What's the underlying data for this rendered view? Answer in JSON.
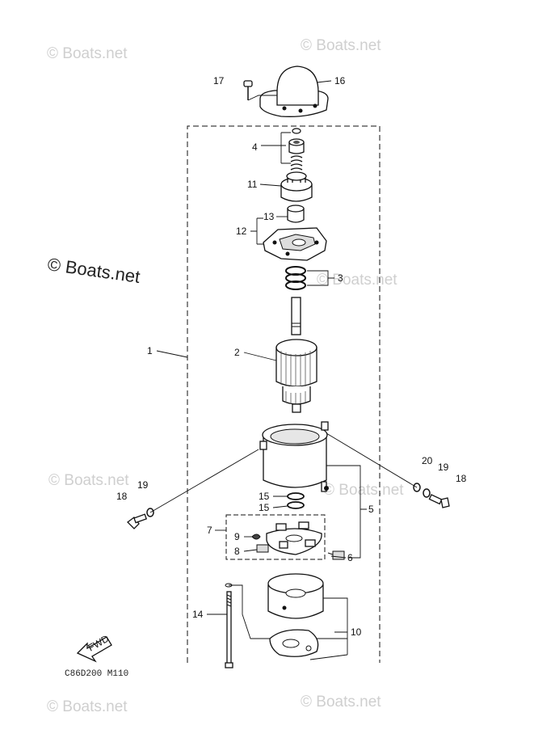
{
  "watermarks": {
    "small": "© Boats.net",
    "large": "© Boats.net"
  },
  "callouts": {
    "p1": "1",
    "p2": "2",
    "p3": "3",
    "p4": "4",
    "p5": "5",
    "p6": "6",
    "p7": "7",
    "p8": "8",
    "p9": "9",
    "p10": "10",
    "p11": "11",
    "p12": "12",
    "p13": "13",
    "p14": "14",
    "p15a": "15",
    "p15b": "15",
    "p16": "16",
    "p17": "17",
    "p18a": "18",
    "p18b": "18",
    "p19a": "19",
    "p19b": "19",
    "p20": "20"
  },
  "fwd_label": "FWD",
  "diagram_code": "C86D200 M110"
}
